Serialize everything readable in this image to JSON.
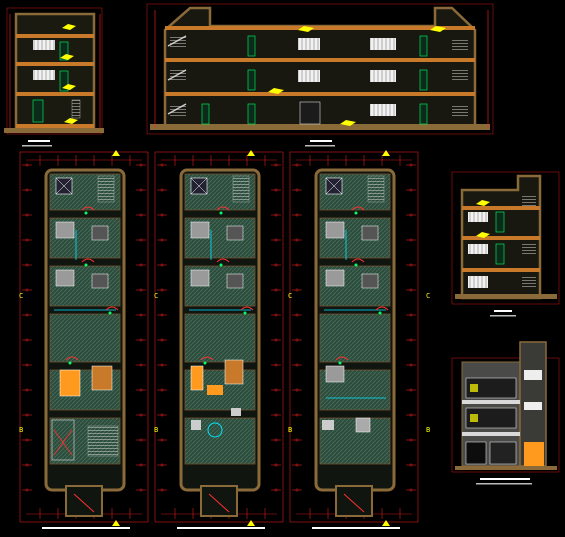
{
  "drawing": {
    "section_axis_letter": "C",
    "elevation_axis_letter": "B",
    "views": [
      {
        "id": "section-a-a",
        "kind": "section",
        "levels": 3
      },
      {
        "id": "section-b-b",
        "kind": "section",
        "levels": 3
      },
      {
        "id": "plan-first-floor",
        "kind": "plan"
      },
      {
        "id": "plan-second-floor",
        "kind": "plan"
      },
      {
        "id": "plan-third-floor",
        "kind": "plan"
      },
      {
        "id": "section-c-c",
        "kind": "section",
        "levels": 3
      },
      {
        "id": "front-elevation",
        "kind": "elevation",
        "levels": 3
      }
    ]
  },
  "colors": {
    "background": "#000000",
    "wall": "#8b6a3a",
    "wall_fill": "#3e5a4c",
    "dimension": "#ff2020",
    "accent_yellow": "#ffff00",
    "window": "#e8e8e8",
    "cyan": "#00e5ff",
    "green": "#00ff66",
    "slab_orange": "#c87a2a"
  }
}
